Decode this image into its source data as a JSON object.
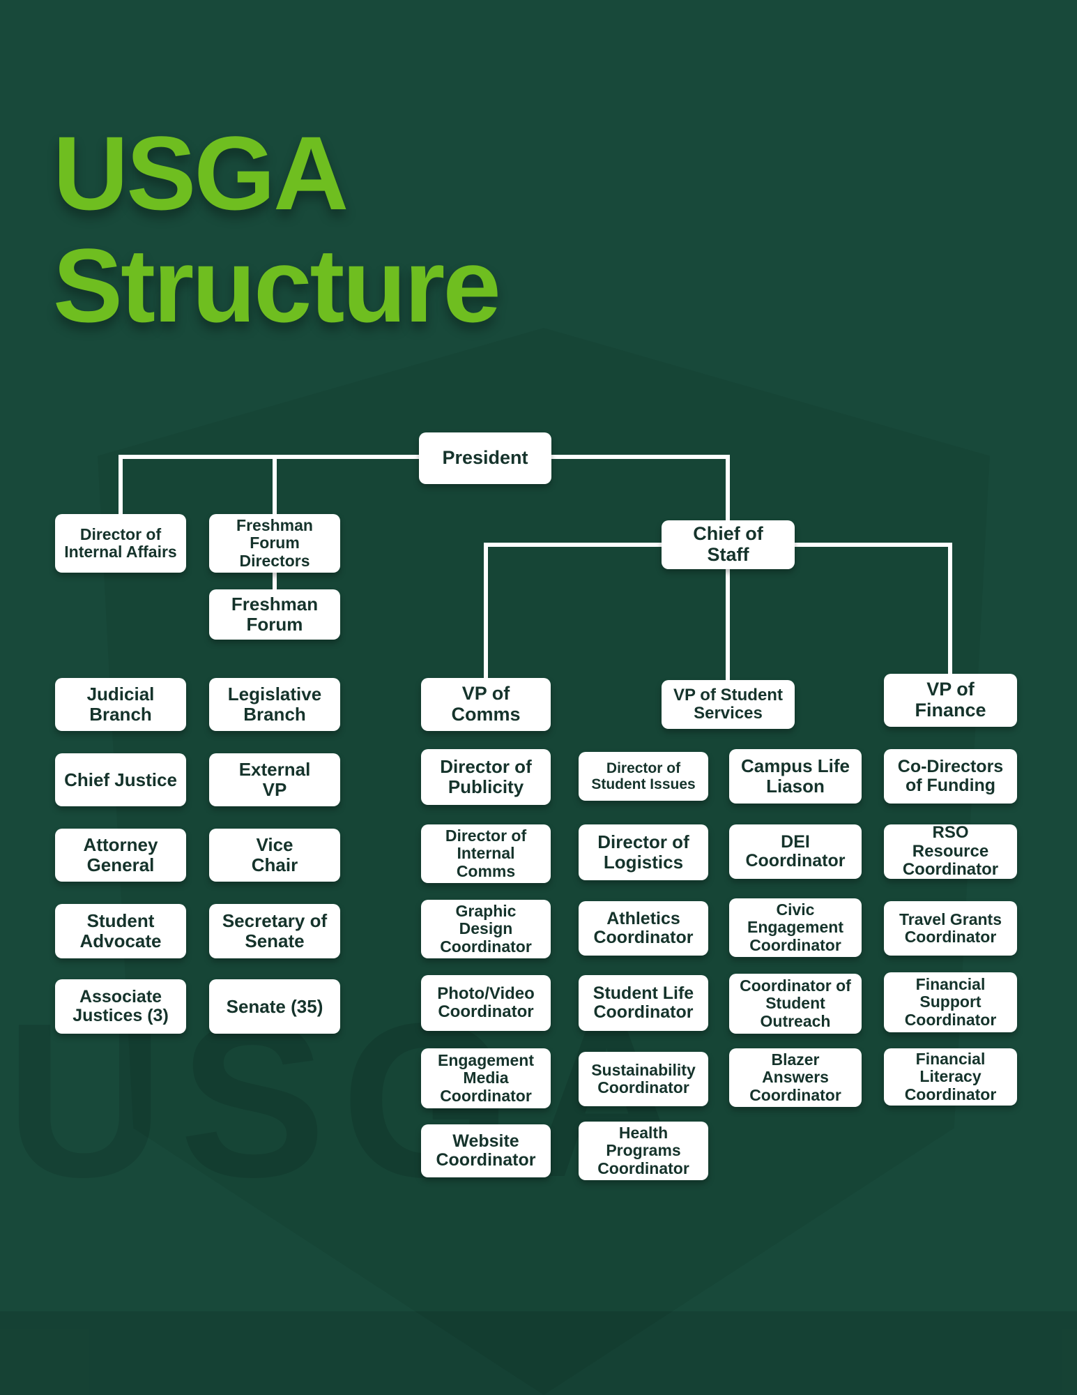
{
  "title": {
    "line1": "USGA",
    "line2": "Structure"
  },
  "watermark_text": "USGA",
  "colors": {
    "background": "#18493A",
    "accent_green": "#6FBE20",
    "box_background": "#FFFFFF",
    "box_text": "#15332B",
    "connector": "#FFFFFF"
  },
  "org": {
    "president": "President",
    "director_internal_affairs": "Director of Internal Affairs",
    "freshman_forum_directors": "Freshman Forum Directors",
    "freshman_forum": "Freshman Forum",
    "chief_of_staff": "Chief of Staff",
    "vp_comms": "VP of Comms",
    "vp_student_services": "VP of Student Services",
    "vp_finance": "VP of Finance",
    "judicial_column": [
      "Judicial Branch",
      "Chief Justice",
      "Attorney General",
      "Student Advocate",
      "Associate Justices (3)"
    ],
    "legislative_column": [
      "Legislative Branch",
      "External VP",
      "Vice Chair",
      "Secretary of Senate",
      "Senate (35)"
    ],
    "comms_column": [
      "Director of Publicity",
      "Director of Internal Comms",
      "Graphic Design Coordinator",
      "Photo/Video Coordinator",
      "Engagement Media Coordinator",
      "Website Coordinator"
    ],
    "student_issues_column": [
      "Director of Student Issues",
      "Director of Logistics",
      "Athletics Coordinator",
      "Student Life Coordinator",
      "Sustainability Coordinator",
      "Health Programs Coordinator"
    ],
    "student_services_column": [
      "Campus Life Liason",
      "DEI Coordinator",
      "Civic Engagement Coordinator",
      "Coordinator of Student Outreach",
      "Blazer Answers Coordinator"
    ],
    "finance_column": [
      "Co-Directors of Funding",
      "RSO Resource Coordinator",
      "Travel Grants Coordinator",
      "Financial Support Coordinator",
      "Financial Literacy Coordinator"
    ]
  }
}
